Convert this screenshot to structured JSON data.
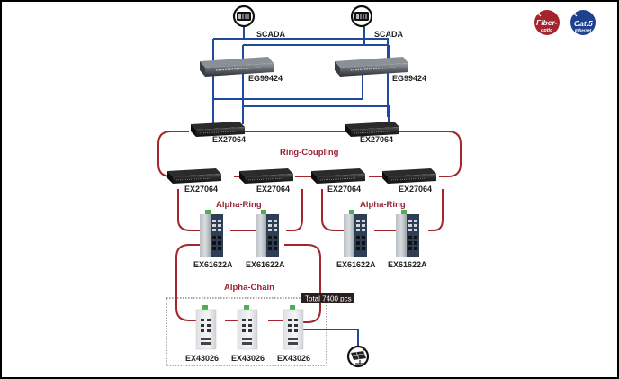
{
  "legend": {
    "fiber": {
      "line1": "Fiber-",
      "line2": "optic",
      "color": "#a3262e"
    },
    "cat5": {
      "line1": "Cat.5",
      "line2": "Ethernet",
      "color": "#1f3f8f"
    }
  },
  "colors": {
    "fiber_line": "#a3262e",
    "ethernet_line": "#1f4aa0",
    "group_label": "#9b2335"
  },
  "scada": [
    {
      "label": "SCADA"
    },
    {
      "label": "SCADA"
    }
  ],
  "core_switches": [
    {
      "model": "EG99424"
    },
    {
      "model": "EG99424"
    }
  ],
  "coupling_switches": [
    {
      "model": "EX27064"
    },
    {
      "model": "EX27064"
    }
  ],
  "ring_switches": [
    {
      "model": "EX27064"
    },
    {
      "model": "EX27064"
    },
    {
      "model": "EX27064"
    },
    {
      "model": "EX27064"
    }
  ],
  "alpha_ring_switches": [
    {
      "model": "EX61622A"
    },
    {
      "model": "EX61622A"
    },
    {
      "model": "EX61622A"
    },
    {
      "model": "EX61622A"
    }
  ],
  "chain_switches": [
    {
      "model": "EX43026"
    },
    {
      "model": "EX43026"
    },
    {
      "model": "EX43026"
    }
  ],
  "groups": {
    "ring_coupling": "Ring-Coupling",
    "alpha_ring_left": "Alpha-Ring",
    "alpha_ring_right": "Alpha-Ring",
    "alpha_chain": "Alpha-Chain"
  },
  "total_badge": "Total 7400 pcs",
  "endpoint": {
    "icon": "solar-panel-icon"
  }
}
